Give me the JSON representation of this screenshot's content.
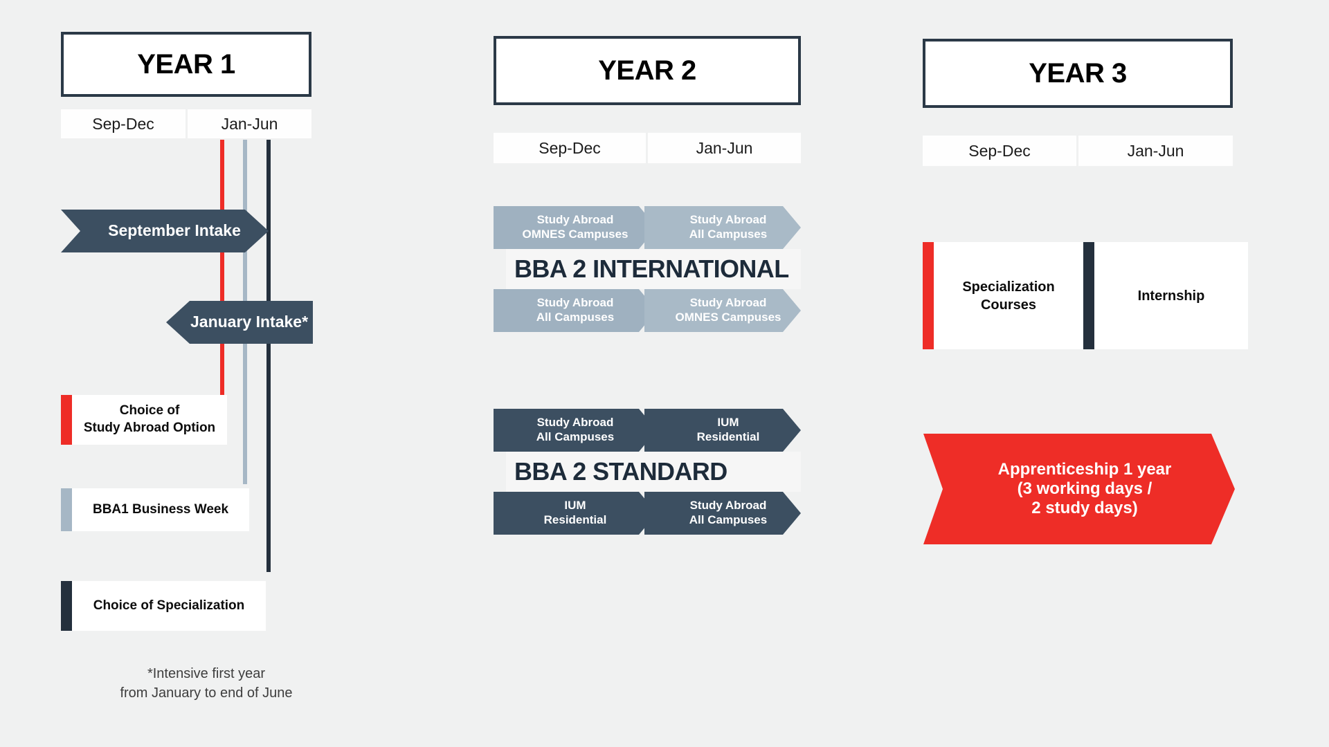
{
  "colors": {
    "background": "#f0f1f1",
    "navy": "#3c4f61",
    "dark_navy": "#24303d",
    "red": "#ee2d27",
    "light_blue": "#a6b7c5",
    "steel_blue": "#9fb1c0",
    "white": "#ffffff",
    "title_navy": "#1d2b3a"
  },
  "years": [
    {
      "id": "year-1",
      "label": "YEAR 1",
      "semesters": [
        "Sep-Dec",
        "Jan-Jun"
      ]
    },
    {
      "id": "year-2",
      "label": "YEAR 2",
      "semesters": [
        "Sep-Dec",
        "Jan-Jun"
      ]
    },
    {
      "id": "year-3",
      "label": "YEAR 3",
      "semesters": [
        "Sep-Dec",
        "Jan-Jun"
      ]
    }
  ],
  "year1": {
    "intakes": [
      {
        "label": "September Intake"
      },
      {
        "label": "January Intake*"
      }
    ],
    "legend": [
      {
        "label_line1": "Choice of",
        "label_line2": "Study Abroad Option",
        "color": "#ee2d27"
      },
      {
        "label_line1": "BBA1 Business Week",
        "label_line2": "",
        "color": "#a6b7c5"
      },
      {
        "label_line1": "Choice of Specialization",
        "label_line2": "",
        "color": "#24303d"
      }
    ],
    "footnote_line1": "*Intensive first year",
    "footnote_line2": "from January to end of June"
  },
  "year2": {
    "programs": [
      {
        "title": "BBA 2 INTERNATIONAL",
        "top_row": [
          {
            "line1": "Study Abroad",
            "line2": "OMNES Campuses"
          },
          {
            "line1": "Study Abroad",
            "line2": "All Campuses"
          }
        ],
        "bottom_row": [
          {
            "line1": "Study Abroad",
            "line2": "All Campuses"
          },
          {
            "line1": "Study Abroad",
            "line2": "OMNES Campuses"
          }
        ],
        "style": "light"
      },
      {
        "title": "BBA 2 STANDARD",
        "top_row": [
          {
            "line1": "Study Abroad",
            "line2": "All Campuses"
          },
          {
            "line1": "IUM",
            "line2": "Residential"
          }
        ],
        "bottom_row": [
          {
            "line1": "IUM",
            "line2": "Residential"
          },
          {
            "line1": "Study Abroad",
            "line2": "All Campuses"
          }
        ],
        "style": "dark"
      }
    ]
  },
  "year3": {
    "split": {
      "left_line1": "Specialization",
      "left_line2": "Courses",
      "right_line1": "Internship",
      "left_accent": "#ee2d27",
      "divider": "#24303d"
    },
    "apprenticeship": {
      "line1": "Apprenticeship 1 year",
      "line2": "(3 working days /",
      "line3": "2 study days)"
    }
  }
}
